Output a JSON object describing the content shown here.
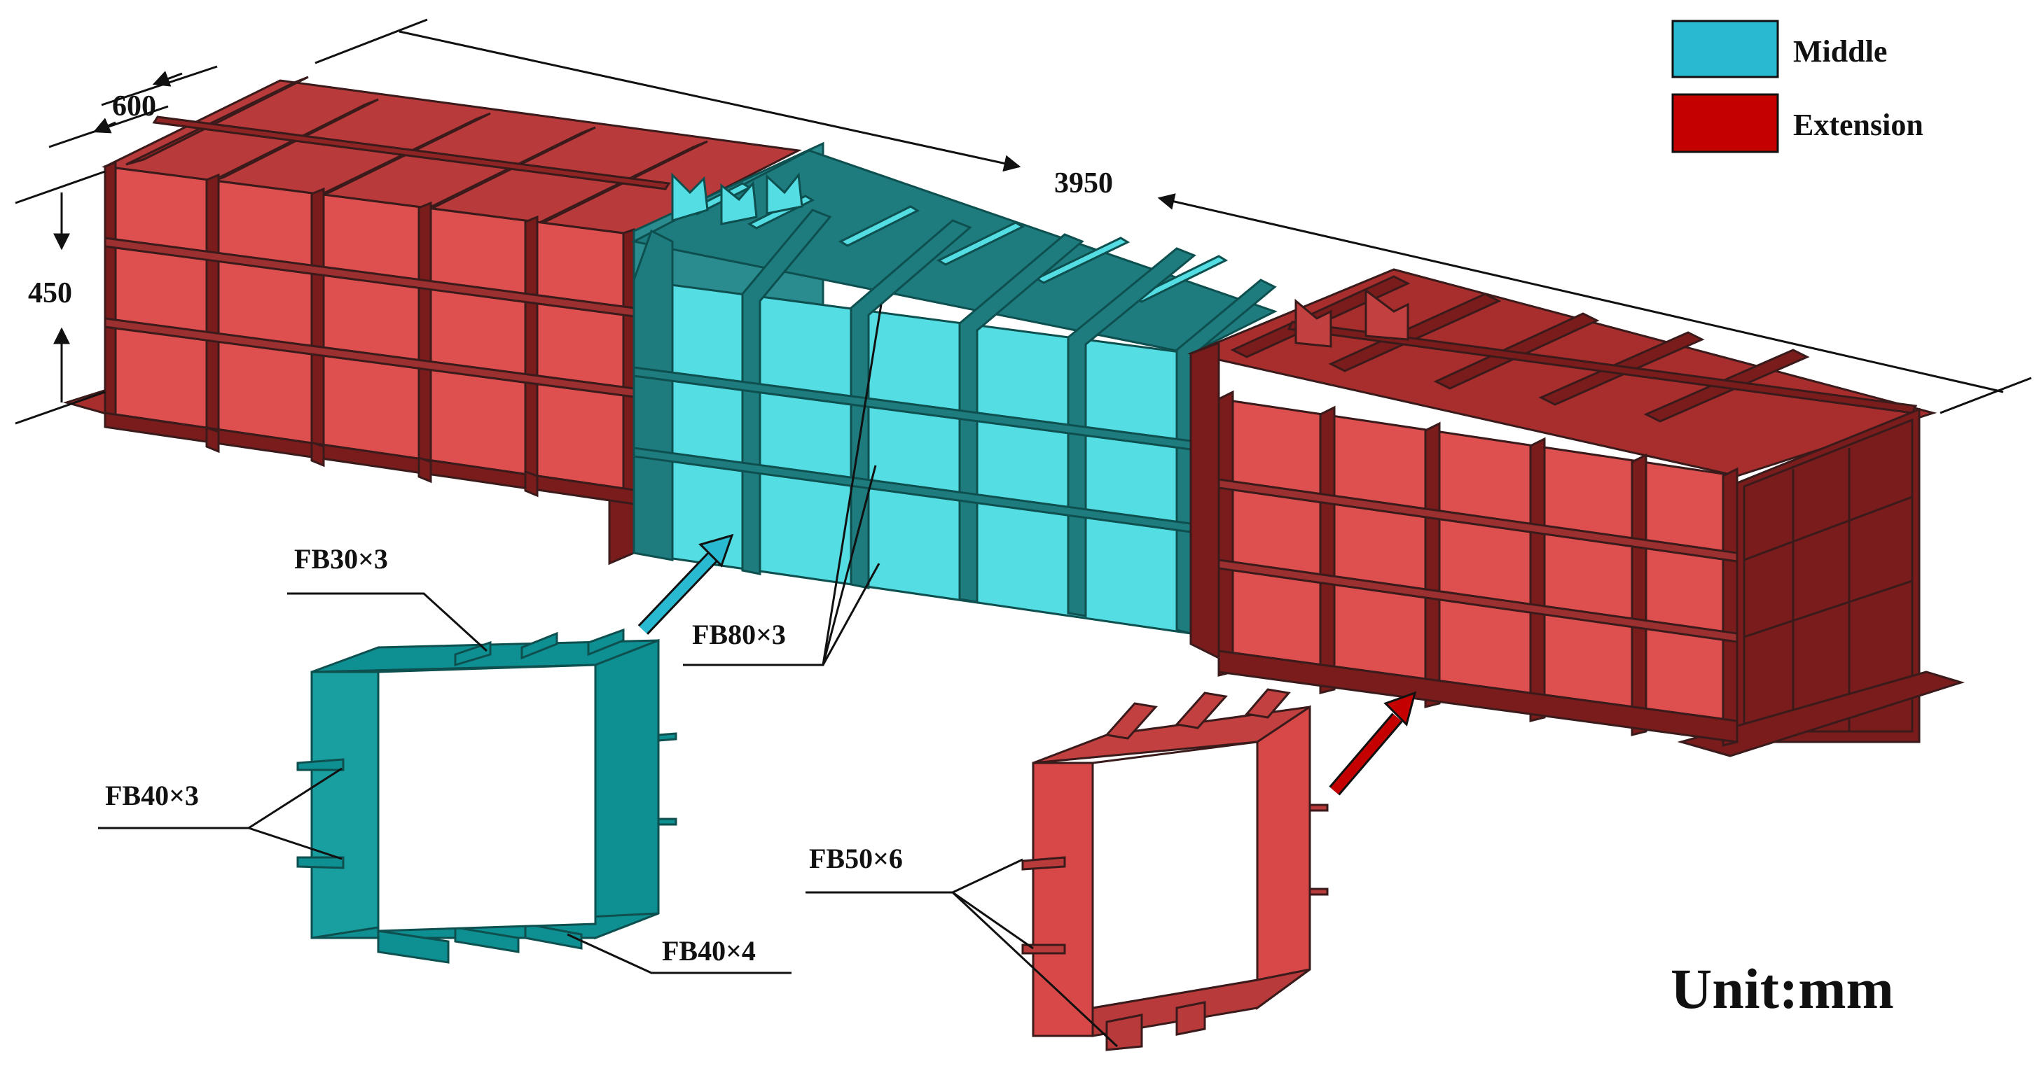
{
  "legend": {
    "middle": {
      "label": "Middle",
      "color": "#29B9D1"
    },
    "extension": {
      "label": "Extension",
      "color": "#C40000"
    }
  },
  "colors": {
    "extension_face": "#DE5050",
    "extension_dark": "#7A1C1C",
    "extension_top": "#A82E2E",
    "middle_face": "#54DDE2",
    "middle_dark": "#2A8C8F",
    "middle_top": "#1E7C7E",
    "section_teal": "#0E8F91",
    "section_red": "#D94848"
  },
  "dimensions": {
    "width": "600",
    "height": "450",
    "length": "3950"
  },
  "labels": {
    "fb30x3": "FB30×3",
    "fb40x3": "FB40×3",
    "fb40x4": "FB40×4",
    "fb80x3": "FB80×3",
    "fb50x6": "FB50×6"
  },
  "unit": "Unit:mm",
  "icons": {
    "arrow_middle": "arrow-up-right-icon",
    "arrow_extension": "arrow-up-right-icon"
  }
}
